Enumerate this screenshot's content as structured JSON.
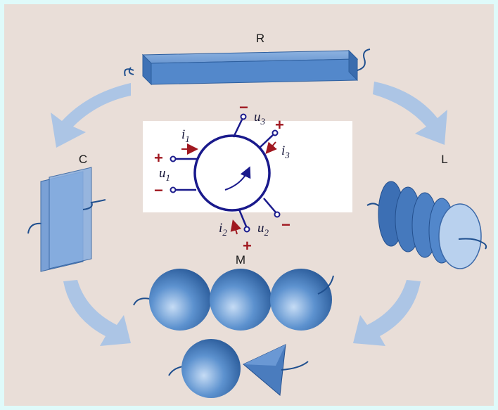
{
  "labels": {
    "resistor": "R",
    "inductor": "L",
    "capacitor": "C",
    "memristor": "M"
  },
  "terminals": {
    "t1": {
      "current": "i",
      "current_sub": "1",
      "voltage": "u",
      "voltage_sub": "1",
      "plus": "+",
      "minus": "−"
    },
    "t2": {
      "current": "i",
      "current_sub": "2",
      "voltage": "u",
      "voltage_sub": "2",
      "plus": "+",
      "minus": "−"
    },
    "t3": {
      "current": "i",
      "current_sub": "3",
      "voltage": "u",
      "voltage_sub": "3",
      "plus": "+",
      "minus": "−"
    }
  },
  "colors": {
    "background": "#e9ded8",
    "border": "#dffafa",
    "element_blue": "#4f82c4",
    "arrow_blue": "#a9c3e6",
    "circuit_navy": "#1a1a8c",
    "sign_red": "#a01820"
  }
}
